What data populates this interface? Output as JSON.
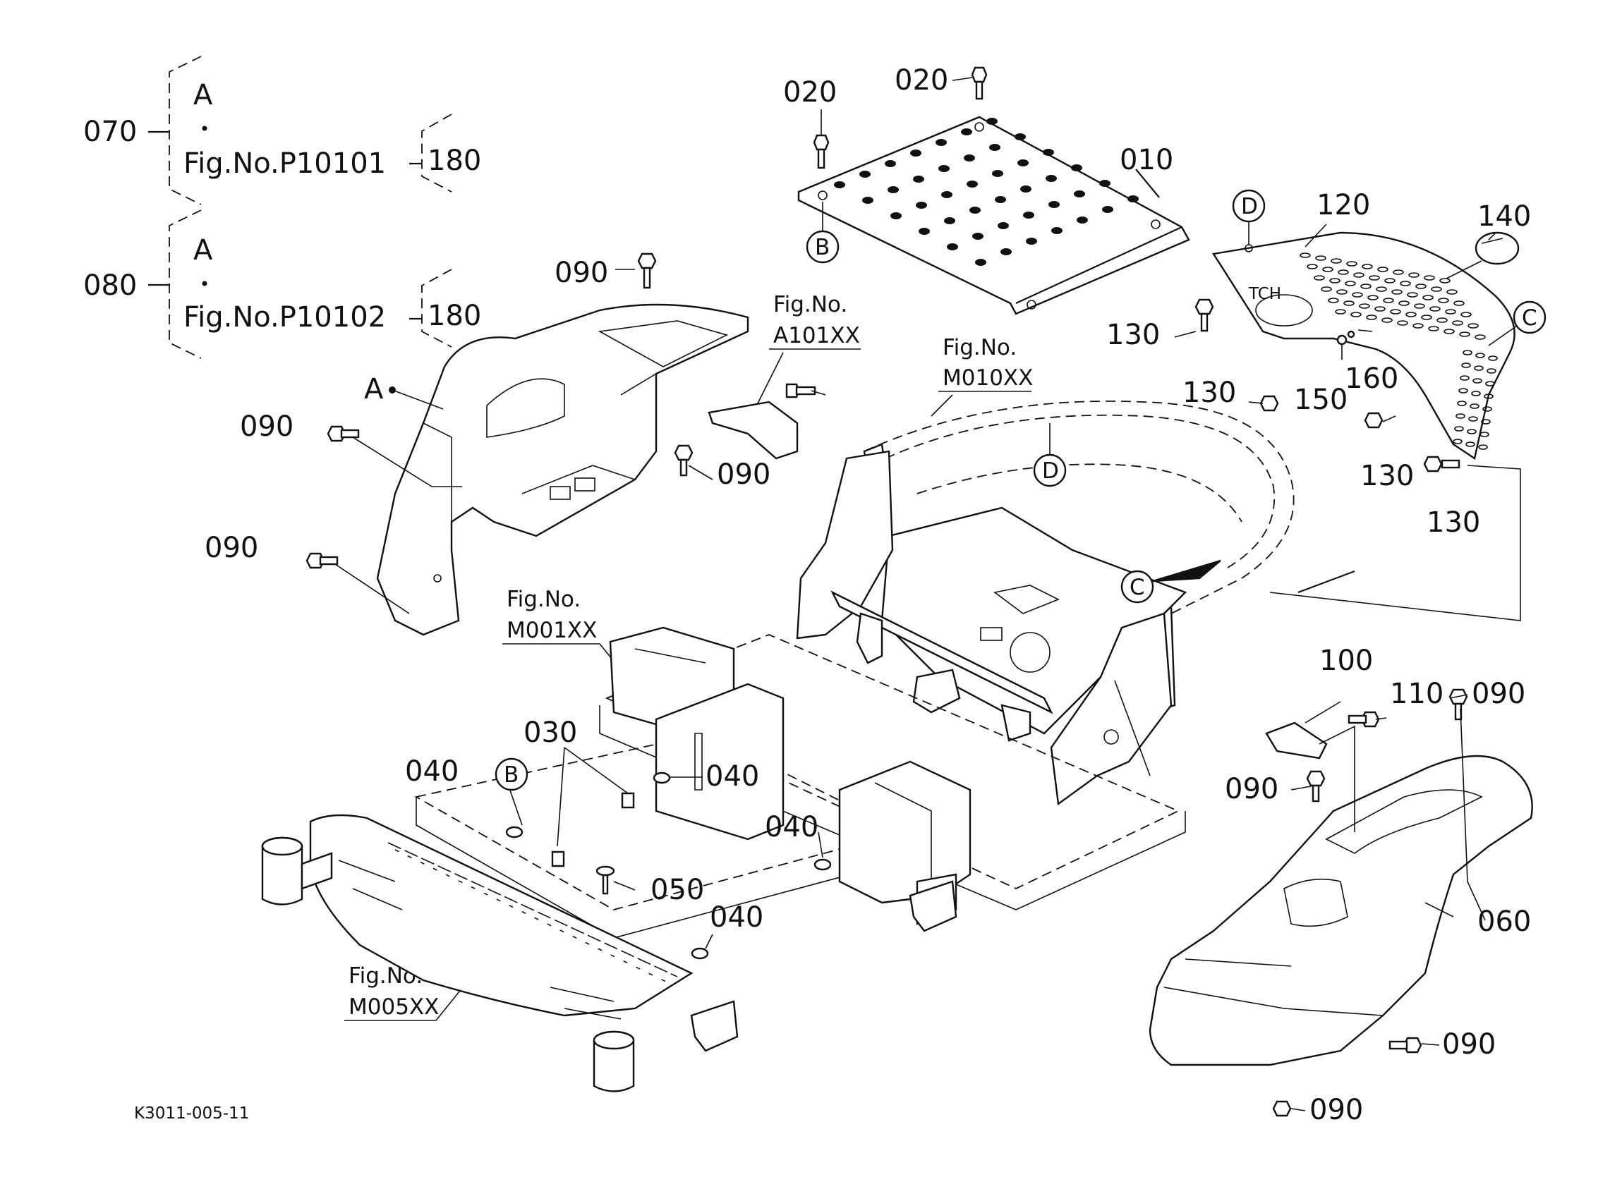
{
  "reference_groups": [
    {
      "callout": "070",
      "letter": "A",
      "fig": "Fig.No.P10101",
      "qty": "180"
    },
    {
      "callout": "080",
      "letter": "A",
      "fig": "Fig.No.P10102",
      "qty": "180"
    }
  ],
  "point_a": "A",
  "fig_refs": {
    "a101": {
      "line1": "Fig.No.",
      "line2": "A101XX"
    },
    "m010": {
      "line1": "Fig.No.",
      "line2": "M010XX"
    },
    "m001": {
      "line1": "Fig.No.",
      "line2": "M001XX"
    },
    "m005": {
      "line1": "Fig.No.",
      "line2": "M005XX"
    }
  },
  "circled": {
    "b_top": "B",
    "b_bottom": "B",
    "c_right": "C",
    "c_frame": "C",
    "d_top": "D",
    "d_frame": "D"
  },
  "callouts": {
    "c020_a": "020",
    "c020_b": "020",
    "c010": "010",
    "c120": "120",
    "c140": "140",
    "c090_a": "090",
    "c090_b": "090",
    "c090_c": "090",
    "c090_d": "090",
    "c090_e": "090",
    "c090_f": "090",
    "c090_g": "090",
    "c090_h": "090",
    "c130_a": "130",
    "c130_b": "130",
    "c130_c": "130",
    "c130_d": "130",
    "c150": "150",
    "c160": "160",
    "c100": "100",
    "c110": "110",
    "c040_a": "040",
    "c040_b": "040",
    "c040_c": "040",
    "c040_d": "040",
    "c030": "030",
    "c050": "050",
    "c060": "060"
  },
  "decal_text": "TCH",
  "drawing_id": "K3011-005-11"
}
